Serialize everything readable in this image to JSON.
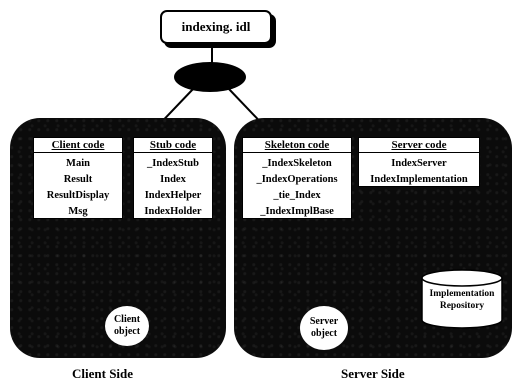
{
  "idl_file": {
    "name": "indexing. idl"
  },
  "client_side": {
    "label": "Client Side",
    "client_code": {
      "title": "Client code",
      "items": [
        "Main",
        "Result",
        "ResultDisplay",
        "Msg"
      ]
    },
    "stub_code": {
      "title": "Stub code",
      "items": [
        "_IndexStub",
        "Index",
        "IndexHelper",
        "IndexHolder"
      ]
    },
    "object": {
      "line1": "Client",
      "line2": "object"
    }
  },
  "server_side": {
    "label": "Server Side",
    "skeleton_code": {
      "title": "Skeleton code",
      "items": [
        "_IndexSkeleton",
        "_IndexOperations",
        "_tie_Index",
        "_IndexImplBase"
      ]
    },
    "server_code": {
      "title": "Server code",
      "items": [
        "IndexServer",
        "IndexImplementation"
      ]
    },
    "object": {
      "line1": "Server",
      "line2": "object"
    },
    "repository": {
      "line1": "Implementation",
      "line2": "Repository"
    }
  }
}
